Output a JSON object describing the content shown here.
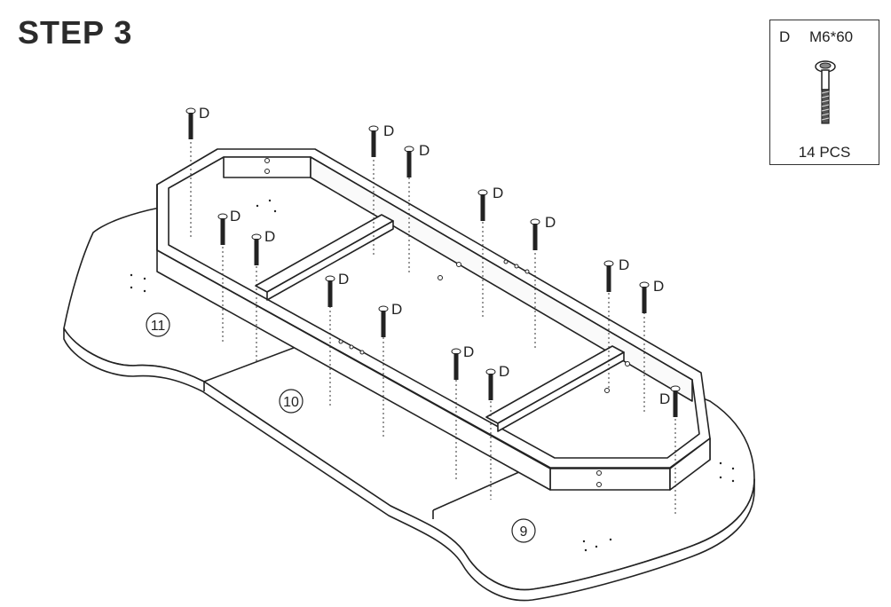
{
  "step": {
    "title": "STEP 3"
  },
  "parts": {
    "letter": "D",
    "spec": "M6*60",
    "quantity": "14 PCS"
  },
  "panels": [
    "11",
    "10",
    "9"
  ],
  "bolt_label": "D"
}
